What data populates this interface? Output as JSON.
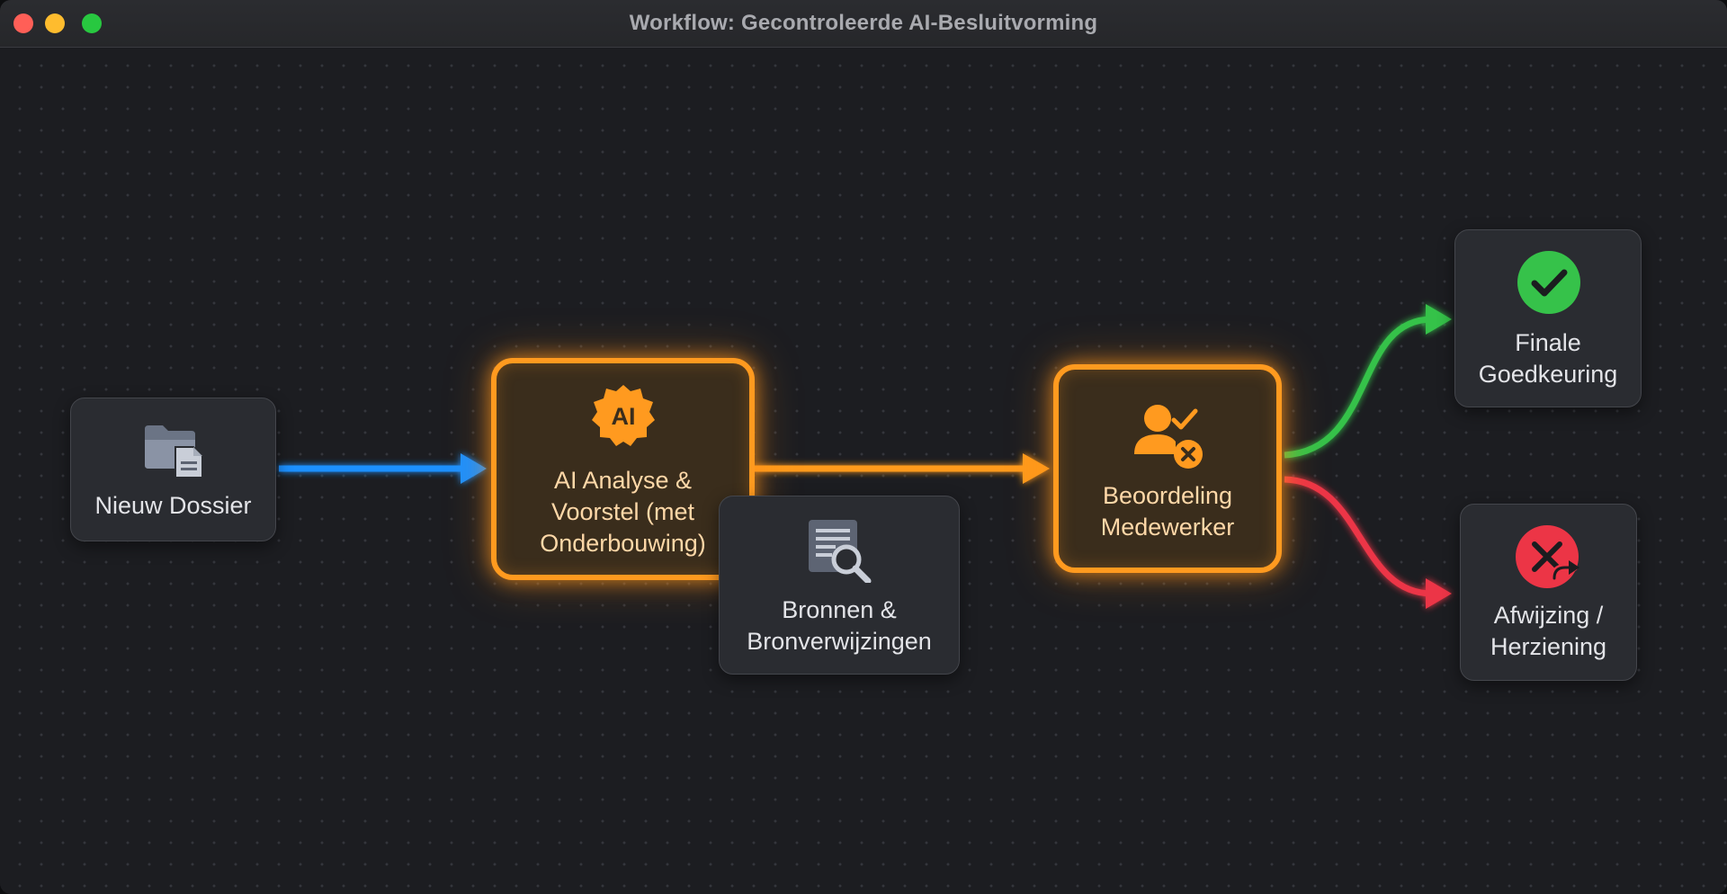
{
  "window": {
    "title": "Workflow: Gecontroleerde AI-Besluitvorming"
  },
  "nodes": {
    "new_dossier": {
      "label": "Nieuw Dossier",
      "icon": "folder-document-icon"
    },
    "ai_analysis": {
      "label_lines": [
        "AI Analyse &",
        "Voorstel (met",
        "Onderbouwing)"
      ],
      "icon": "ai-badge-icon",
      "badge_text": "AI"
    },
    "sources": {
      "label_lines": [
        "Bronnen &",
        "Bronverwijzingen"
      ],
      "icon": "document-search-icon"
    },
    "review": {
      "label_lines": [
        "Beoordeling",
        "Medewerker"
      ],
      "icon": "user-check-x-icon"
    },
    "approval": {
      "label_lines": [
        "Finale",
        "Goedkeuring"
      ],
      "icon": "check-circle-icon"
    },
    "rejection": {
      "label_lines": [
        "Afwijzing /",
        "Herziening"
      ],
      "icon": "reject-revise-icon"
    }
  },
  "colors": {
    "start_edge": "#1e90ff",
    "active": "#ff9a1f",
    "approve": "#36c24a",
    "reject": "#ec3546"
  }
}
